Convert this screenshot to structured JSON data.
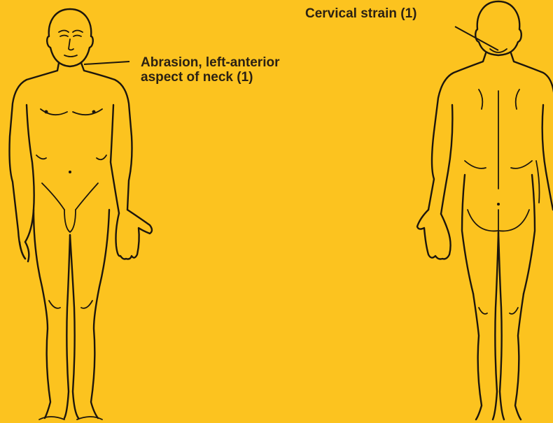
{
  "colors": {
    "background": "#FCC31F",
    "ink": "#1d160c"
  },
  "annotations": [
    {
      "id": "neck-abrasion",
      "lines": [
        "Abrasion, left-anterior",
        "aspect of neck (1)"
      ]
    },
    {
      "id": "cervical-strain",
      "lines": [
        "Cervical strain (1)"
      ]
    }
  ]
}
